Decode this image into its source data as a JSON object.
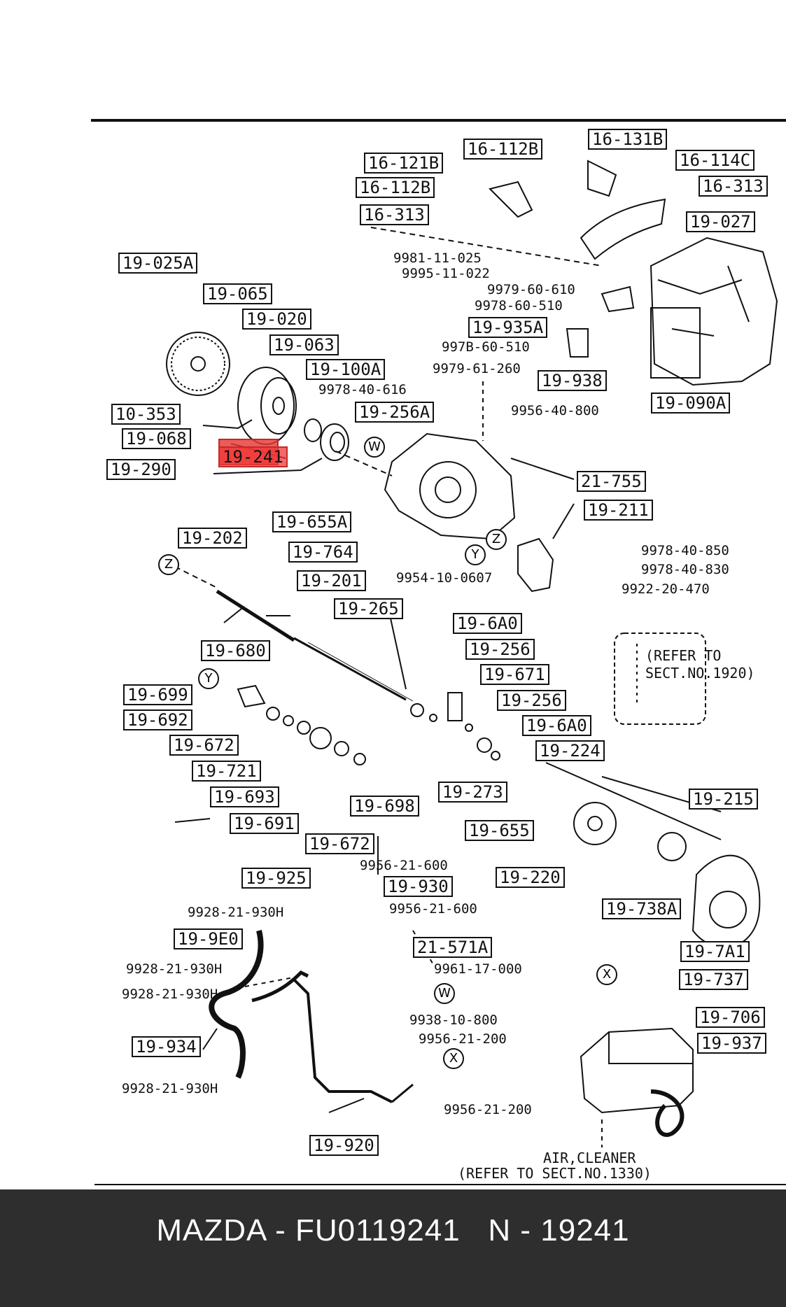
{
  "labels": {
    "l16_131B": "16-131B",
    "l16_112B_top": "16-112B",
    "l16_114C": "16-114C",
    "l16_121B": "16-121B",
    "l16_112B": "16-112B",
    "l16_313_right": "16-313",
    "l16_313_left": "16-313",
    "l19_027": "19-027",
    "l9981": "9981-11-025",
    "l9995": "9995-11-022",
    "l9979_60_610": "9979-60-610",
    "l9978_60_510": "9978-60-510",
    "l19_935A": "19-935A",
    "l9978_60_510b": "997B-60-510",
    "l19_938": "19-938",
    "l19_090A": "19-090A",
    "l9979_61_260": "9979-61-260",
    "l19_025A": "19-025A",
    "l19_065": "19-065",
    "l19_020": "19-020",
    "l19_063": "19-063",
    "l19_100A": "19-100A",
    "l9978_40_616": "9978-40-616",
    "l10_353": "10-353",
    "l19_256A": "19-256A",
    "l19_068": "19-068",
    "l19_241": "19-241",
    "l19_290": "19-290",
    "l9956_40_800": "9956-40-800",
    "l21_755": "21-755",
    "l19_211": "19-211",
    "l19_202": "19-202",
    "l19_655A": "19-655A",
    "l19_764": "19-764",
    "l19_201": "19-201",
    "l9978_40_850": "9978-40-850",
    "l9978_40_830": "9978-40-830",
    "l9954": "9954-10-0607",
    "l9922": "9922-20-470",
    "l19_265": "19-265",
    "l19_680": "19-680",
    "l19_6A0_a": "19-6A0",
    "l19_256_a": "19-256",
    "l19_671": "19-671",
    "l19_256_b": "19-256",
    "l19_6A0_b": "19-6A0",
    "l19_224": "19-224",
    "l19_699": "19-699",
    "l19_692": "19-692",
    "l19_672_a": "19-672",
    "l19_721": "19-721",
    "l19_693": "19-693",
    "l19_691": "19-691",
    "l19_672_b": "19-672",
    "l19_698": "19-698",
    "l19_273": "19-273",
    "l19_655": "19-655",
    "l19_215": "19-215",
    "l19_220": "19-220",
    "l19_738A": "19-738A",
    "l19_7A1": "19-7A1",
    "l19_737": "19-737",
    "l19_706": "19-706",
    "l19_937": "19-937",
    "l19_925": "19-925",
    "l9956_21_600_a": "9956-21-600",
    "l19_930": "19-930",
    "l9928_a": "9928-21-930H",
    "l9956_21_600_b": "9956-21-600",
    "l19_9E0": "19-9E0",
    "l21_571A": "21-571A",
    "l9928_b": "9928-21-930H",
    "l9961": "9961-17-000",
    "l9928_c": "9928-21-930H",
    "l19_934": "19-934",
    "l9938": "9938-10-800",
    "l9956_21_200_a": "9956-21-200",
    "l9928_d": "9928-21-930H",
    "l9956_21_200_b": "9956-21-200",
    "l19_920": "19-920"
  },
  "callouts": {
    "W": "W",
    "Z": "Z",
    "Y": "Y",
    "X": "X"
  },
  "notes": {
    "refer1920_l1": "(REFER TO",
    "refer1920_l2": "SECT.NO.1920)",
    "air_cleaner_l1": "AIR,CLEANER",
    "air_cleaner_l2": "(REFER TO SECT.NO.1330)"
  },
  "highlight": {
    "color": "#e53935"
  },
  "footer": {
    "text": "MAZDA - FU0119241   N - 19241"
  }
}
